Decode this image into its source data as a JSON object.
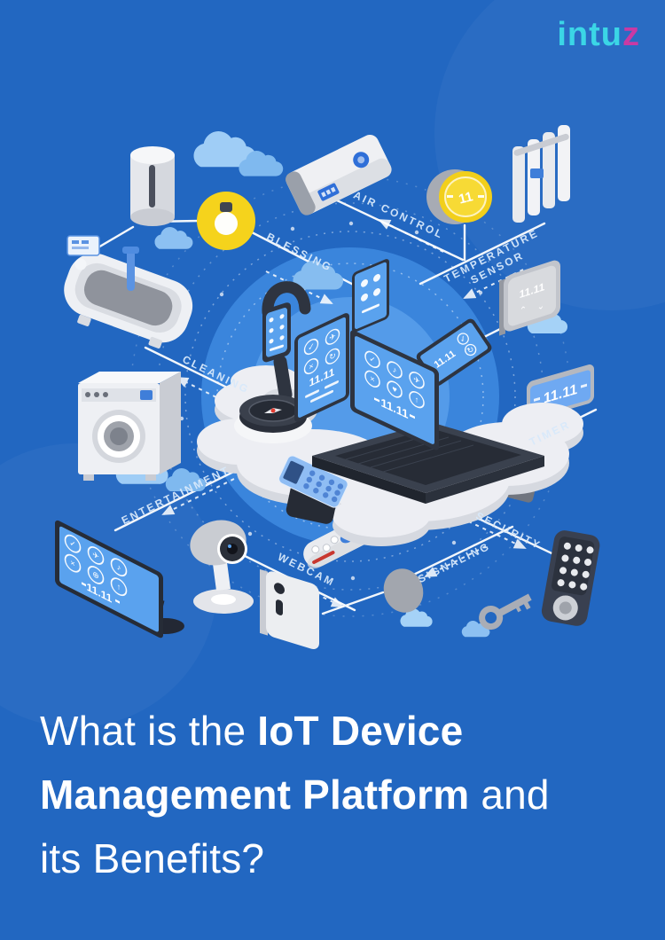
{
  "logo": {
    "main": "intu",
    "accent": "z"
  },
  "heading": {
    "prefix": "What is the ",
    "emphasis": "IoT Device Management Platform",
    "suffix": " and its Benefits?"
  },
  "colors": {
    "background": "#2267C1",
    "circle_outer": "#3A85DC",
    "circle_inner": "#549BE9",
    "cloud_light": "#A5D2F7",
    "cloud_mid": "#7FB9EF",
    "line": "#FFFFFF",
    "label_text": "#D8E9FB",
    "accent_yellow": "#F5D31C",
    "screen_blue": "#5AA2EE",
    "device_light": "#EDEEF3",
    "device_dark": "#2E3440",
    "logo_cyan": "#3BD6E6",
    "logo_magenta": "#C93AA4"
  },
  "diagram": {
    "labels": {
      "blessing": "BLESSING",
      "air_control": "AIR CONTROL",
      "temperature_line1": "TEMPERATURE",
      "temperature_line2": "SENSOR",
      "cleaning": "CLEANING",
      "timer": "TIMER",
      "entertainment": "ENTERTAINMENT",
      "security": "SECURITY",
      "webcam": "WEBCAM",
      "signaling": "SIGNALING"
    },
    "displays": {
      "laptop_screen": "11.11",
      "tablet_screen": "11.11",
      "flat_tablet": "11.11",
      "tv_screen": "11.11",
      "timer_clock": "11.11",
      "thermostat": "11.11",
      "wall_clock": "11"
    },
    "icons": {
      "check": "✓",
      "close": "×",
      "music": "♪",
      "plane": "✈",
      "refresh": "↻",
      "up": "↑",
      "plus": "⊕",
      "heart": "♥"
    }
  }
}
